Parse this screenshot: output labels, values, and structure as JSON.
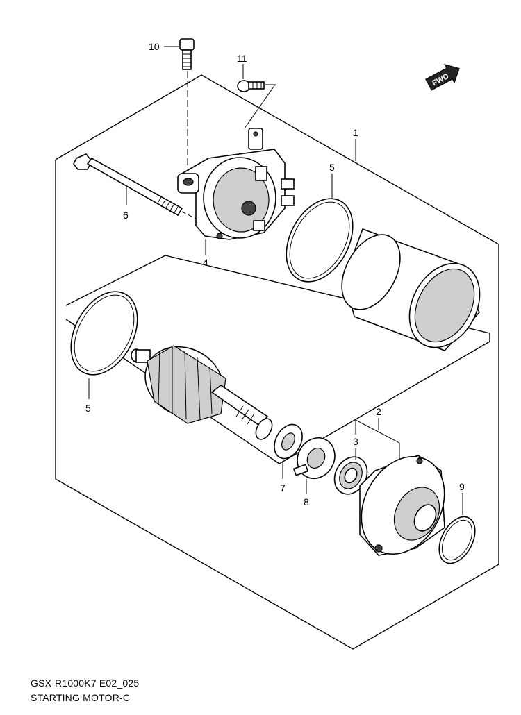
{
  "callouts": {
    "c1": "1",
    "c2": "2",
    "c3": "3",
    "c4": "4",
    "c5a": "5",
    "c5b": "5",
    "c6": "6",
    "c7": "7",
    "c8": "8",
    "c9": "9",
    "c10": "10",
    "c11": "11"
  },
  "fwd_label": "FWD",
  "footer": {
    "code": "GSX-R1000K7 E02_025",
    "title": "STARTING MOTOR-C"
  }
}
